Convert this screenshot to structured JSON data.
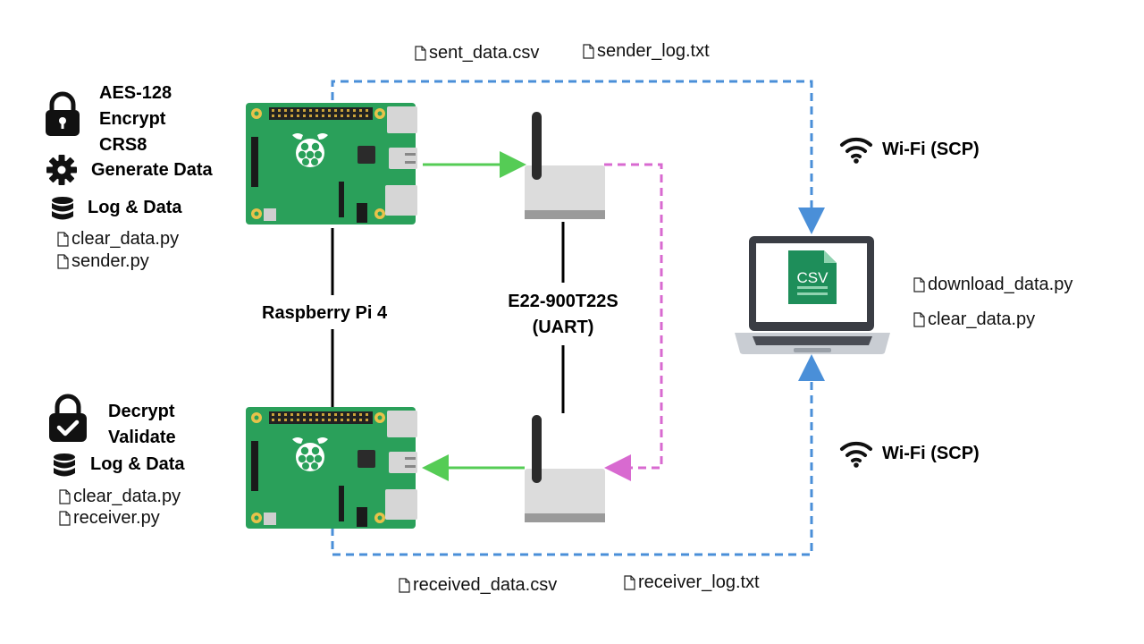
{
  "sender": {
    "features": [
      "AES-128",
      "Encrypt",
      "CRS8"
    ],
    "generate_label": "Generate Data",
    "log_label": "Log & Data",
    "files": [
      "clear_data.py",
      "sender.py"
    ]
  },
  "receiver": {
    "features": [
      "Decrypt",
      "Validate"
    ],
    "log_label": "Log & Data",
    "files": [
      "clear_data.py",
      "receiver.py"
    ]
  },
  "pi_label": "Raspberry Pi 4",
  "radio_label": [
    "E22-900T22S",
    "(UART)"
  ],
  "wifi_label_top": "Wi-Fi (SCP)",
  "wifi_label_bottom": "Wi-Fi (SCP)",
  "top_files": [
    "sent_data.csv",
    "sender_log.txt"
  ],
  "bottom_files": [
    "received_data.csv",
    "receiver_log.txt"
  ],
  "laptop": {
    "screen_text": "CSV",
    "files": [
      "download_data.py",
      "clear_data.py"
    ]
  },
  "colors": {
    "board": "#2aa05a",
    "uart_link": "#55cc55",
    "radio_link": "#d86ad0",
    "wifi_link": "#4a8fd8",
    "csv_icon": "#1e8e5a"
  },
  "icons": [
    "lock-icon",
    "gear-icon",
    "database-icon",
    "lock-check-icon",
    "wifi-icon",
    "file-icon",
    "laptop-icon",
    "raspberry-pi-logo"
  ]
}
